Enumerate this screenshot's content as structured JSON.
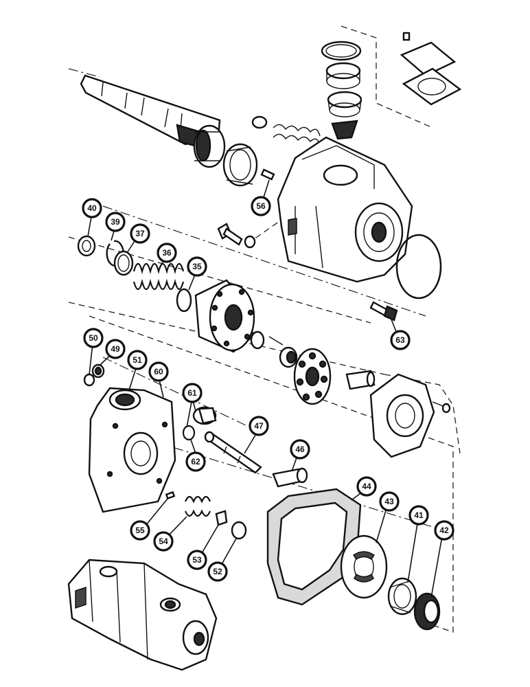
{
  "diagram": {
    "callouts": [
      {
        "id": "c56",
        "label": "56"
      },
      {
        "id": "c40",
        "label": "40"
      },
      {
        "id": "c39",
        "label": "39"
      },
      {
        "id": "c37",
        "label": "37"
      },
      {
        "id": "c36",
        "label": "36"
      },
      {
        "id": "c35",
        "label": "35"
      },
      {
        "id": "c63",
        "label": "63"
      },
      {
        "id": "c50",
        "label": "50"
      },
      {
        "id": "c49",
        "label": "49"
      },
      {
        "id": "c51",
        "label": "51"
      },
      {
        "id": "c60",
        "label": "60"
      },
      {
        "id": "c61",
        "label": "61"
      },
      {
        "id": "c62",
        "label": "62"
      },
      {
        "id": "c47",
        "label": "47"
      },
      {
        "id": "c46",
        "label": "46"
      },
      {
        "id": "c44",
        "label": "44"
      },
      {
        "id": "c43",
        "label": "43"
      },
      {
        "id": "c41",
        "label": "41"
      },
      {
        "id": "c42",
        "label": "42"
      },
      {
        "id": "c55",
        "label": "55"
      },
      {
        "id": "c54",
        "label": "54"
      },
      {
        "id": "c53",
        "label": "53"
      },
      {
        "id": "c52",
        "label": "52"
      }
    ]
  }
}
